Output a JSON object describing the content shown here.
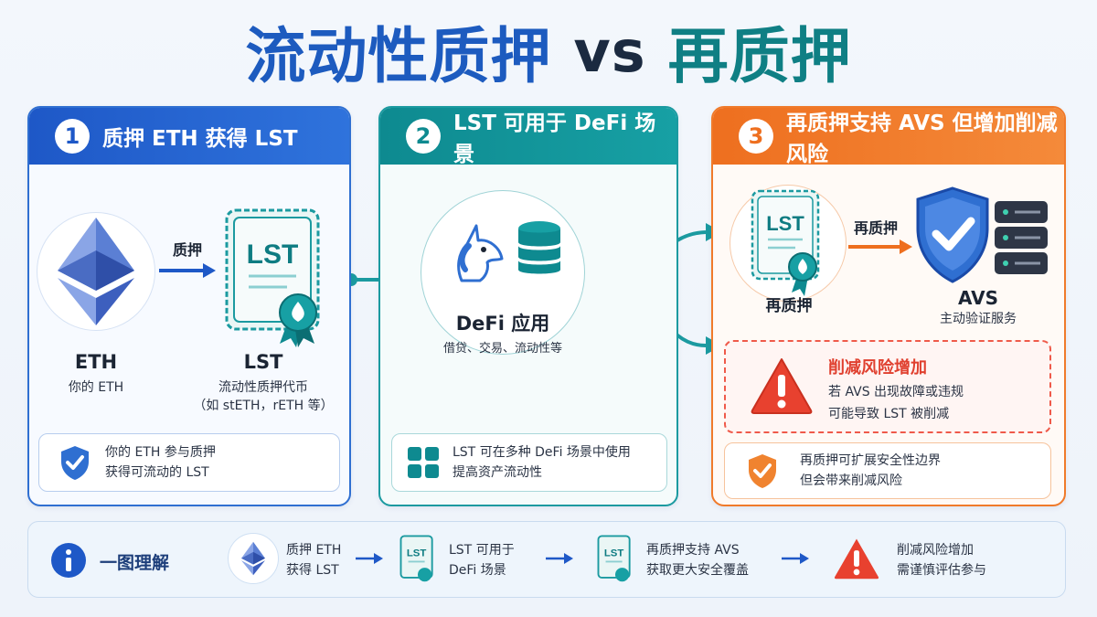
{
  "title": {
    "left": "流动性质押",
    "vs": "vs",
    "right": "再质押"
  },
  "colors": {
    "blue": "#1e58c7",
    "teal": "#0e8a90",
    "orange": "#ee6f1f",
    "red": "#e0402f"
  },
  "panel1": {
    "number": "1",
    "header": "质押 ETH 获得 LST",
    "arrow_label": "质押",
    "doc_text": "LST",
    "eth_label": "ETH",
    "eth_sub": "你的 ETH",
    "lst_label": "LST",
    "lst_sub1": "流动性质押代币",
    "lst_sub2": "（如 stETH，rETH 等）",
    "info_line1": "你的 ETH 参与质押",
    "info_line2": "获得可流动的 LST",
    "info_icon": "shield-check-icon"
  },
  "panel2": {
    "number": "2",
    "header": "LST 可用于 DeFi 场景",
    "defi_title": "DeFi 应用",
    "defi_sub": "借贷、交易、流动性等",
    "info_line1": "LST 可在多种 DeFi 场景中使用",
    "info_line2": "提高资产流动性",
    "icons": [
      "unicorn-icon",
      "database-icon",
      "grid-icon"
    ]
  },
  "panel3": {
    "number": "3",
    "header": "再质押支持 AVS 但增加削减风险",
    "doc_text": "LST",
    "arrow_label": "再质押",
    "restake_label": "再质押",
    "avs_label": "AVS",
    "avs_sub": "主动验证服务",
    "risk_title": "削减风险增加",
    "risk_line1": "若 AVS 出现故障或违规",
    "risk_line2": "可能导致 LST 被削减",
    "info_line1": "再质押可扩展安全性边界",
    "info_line2": "但会带来削减风险",
    "icons": [
      "shield-check-icon",
      "server-icon",
      "warning-icon"
    ]
  },
  "summary": {
    "title": "一图理解",
    "info_icon": "info-icon",
    "steps": [
      {
        "line1": "质押 ETH",
        "line2": "获得 LST",
        "icon": "ethereum-icon"
      },
      {
        "line1": "LST 可用于",
        "line2": "DeFi 场景",
        "icon": "lst-doc-icon",
        "doc_text": "LST"
      },
      {
        "line1": "再质押支持 AVS",
        "line2": "获取更大安全覆盖",
        "icon": "lst-doc-icon",
        "doc_text": "LST"
      },
      {
        "line1": "削减风险增加",
        "line2": "需谨慎评估参与",
        "icon": "warning-icon"
      }
    ]
  }
}
